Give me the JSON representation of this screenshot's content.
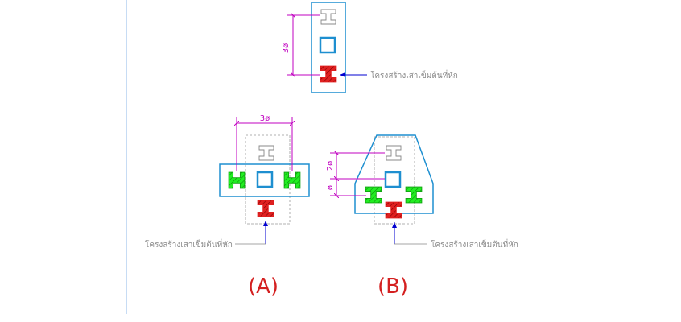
{
  "diagram": {
    "top": {
      "dim": "3ø",
      "label": "โครงสร้างเสาเข็มต้นที่หัก"
    },
    "a": {
      "dim": "3ø",
      "label": "โครงสร้างเสาเข็มต้นที่หัก",
      "caption": "(A)"
    },
    "b": {
      "dim_upper": "2ø",
      "dim_lower": "ø",
      "label": "โครงสร้างเสาเข็มต้นที่หัก",
      "caption": "(B)"
    }
  },
  "colors": {
    "outline": "#1e8fd0",
    "dimension": "#c000c0",
    "broken_pile": "#e02020",
    "new_pile": "#22ee22",
    "leader": "#0000d0",
    "dashed": "#999999"
  },
  "icons": [
    "i-beam-icon",
    "square-pile-icon",
    "arrow-icon"
  ]
}
